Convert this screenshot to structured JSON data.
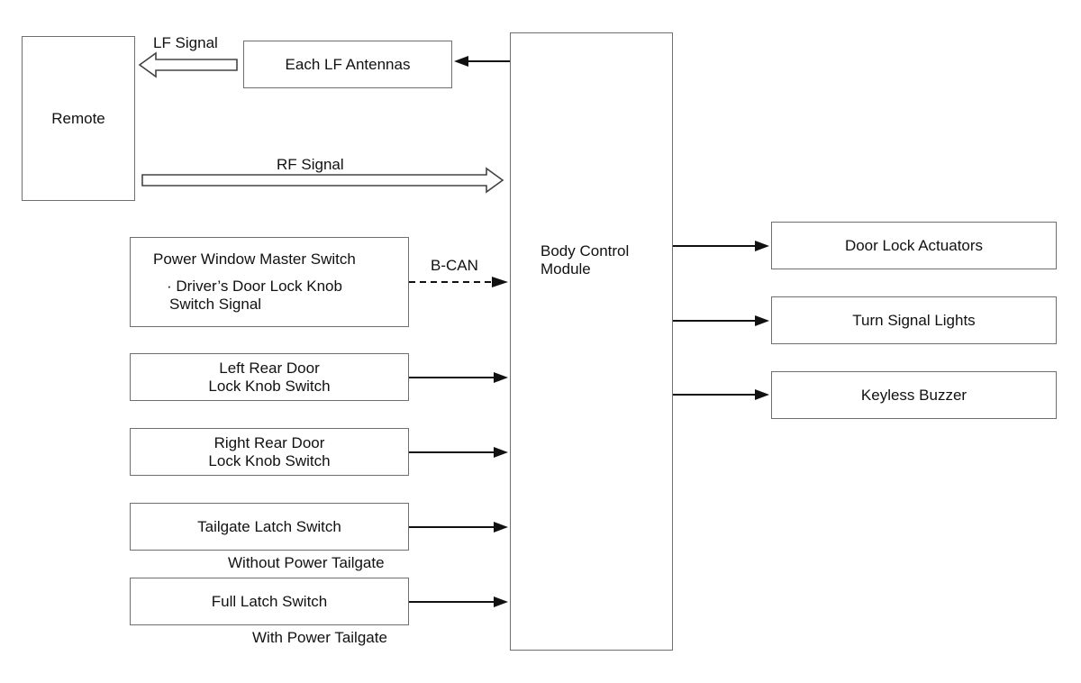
{
  "diagram": {
    "remote": "Remote",
    "lf_antennas": "Each LF Antennas",
    "lf_signal": "LF Signal",
    "rf_signal": "RF Signal",
    "bcm": [
      "Body Control",
      "Module"
    ],
    "power_window": {
      "title": "Power Window Master Switch",
      "line1": "· Driver’s Door Lock Knob",
      "line2": "Switch Signal"
    },
    "bcan": "B-CAN",
    "left_rear": [
      "Left Rear Door",
      "Lock Knob Switch"
    ],
    "right_rear": [
      "Right Rear Door",
      "Lock Knob Switch"
    ],
    "tailgate_latch": "Tailgate Latch Switch",
    "without_power_tailgate": "Without Power Tailgate",
    "full_latch": "Full Latch Switch",
    "with_power_tailgate": "With Power Tailgate",
    "outputs": [
      "Door Lock Actuators",
      "Turn Signal Lights",
      "Keyless Buzzer"
    ]
  }
}
